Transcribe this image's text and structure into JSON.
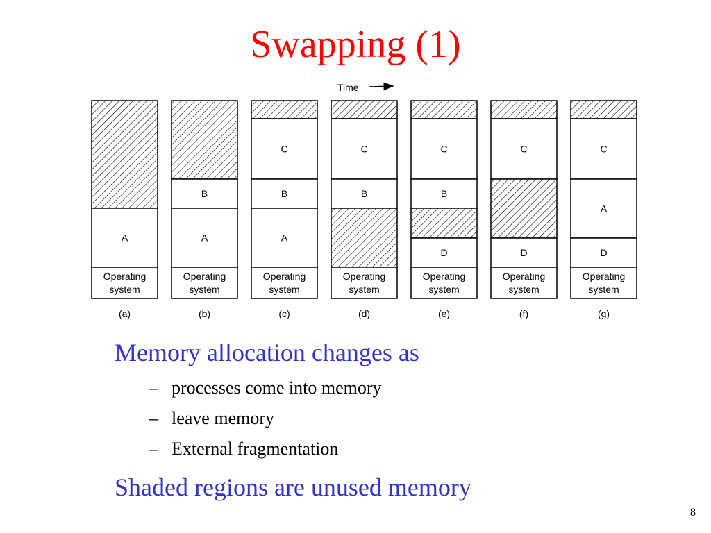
{
  "slide": {
    "title": "Swapping (1)",
    "page_number": "8"
  },
  "diagram": {
    "time_label": "Time",
    "columns": [
      {
        "caption": "(a)",
        "segments": [
          {
            "type": "free",
            "label": ""
          },
          {
            "type": "proc",
            "label": "A"
          },
          {
            "type": "os",
            "label1": "Operating",
            "label2": "system"
          }
        ]
      },
      {
        "caption": "(b)",
        "segments": [
          {
            "type": "free",
            "label": ""
          },
          {
            "type": "proc",
            "label": "B"
          },
          {
            "type": "proc",
            "label": "A"
          },
          {
            "type": "os",
            "label1": "Operating",
            "label2": "system"
          }
        ]
      },
      {
        "caption": "(c)",
        "segments": [
          {
            "type": "free",
            "label": ""
          },
          {
            "type": "proc",
            "label": "C"
          },
          {
            "type": "proc",
            "label": "B"
          },
          {
            "type": "proc",
            "label": "A"
          },
          {
            "type": "os",
            "label1": "Operating",
            "label2": "system"
          }
        ]
      },
      {
        "caption": "(d)",
        "segments": [
          {
            "type": "free",
            "label": ""
          },
          {
            "type": "proc",
            "label": "C"
          },
          {
            "type": "proc",
            "label": "B"
          },
          {
            "type": "free",
            "label": ""
          },
          {
            "type": "os",
            "label1": "Operating",
            "label2": "system"
          }
        ]
      },
      {
        "caption": "(e)",
        "segments": [
          {
            "type": "free",
            "label": ""
          },
          {
            "type": "proc",
            "label": "C"
          },
          {
            "type": "proc",
            "label": "B"
          },
          {
            "type": "free",
            "label": ""
          },
          {
            "type": "proc",
            "label": "D"
          },
          {
            "type": "os",
            "label1": "Operating",
            "label2": "system"
          }
        ]
      },
      {
        "caption": "(f)",
        "segments": [
          {
            "type": "free",
            "label": ""
          },
          {
            "type": "proc",
            "label": "C"
          },
          {
            "type": "free",
            "label": ""
          },
          {
            "type": "proc",
            "label": "D"
          },
          {
            "type": "os",
            "label1": "Operating",
            "label2": "system"
          }
        ]
      },
      {
        "caption": "(g)",
        "segments": [
          {
            "type": "free",
            "label": ""
          },
          {
            "type": "proc",
            "label": "C"
          },
          {
            "type": "proc",
            "label": "A"
          },
          {
            "type": "proc",
            "label": "D"
          },
          {
            "type": "os",
            "label1": "Operating",
            "label2": "system"
          }
        ]
      }
    ]
  },
  "bullets": {
    "main1": "Memory allocation changes as",
    "sub": [
      "processes come into memory",
      "leave memory",
      "External fragmentation"
    ],
    "dash": "–",
    "main2": "Shaded regions are unused memory"
  },
  "colors": {
    "title": "#ff0000",
    "bullet": "#3333cc",
    "hatch": "#000000"
  }
}
